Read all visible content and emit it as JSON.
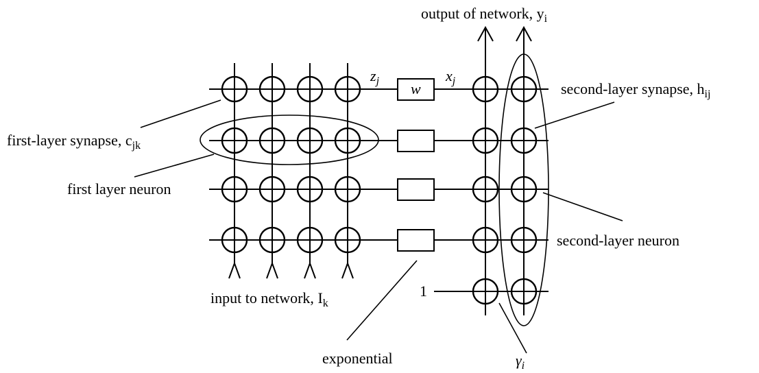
{
  "labels": {
    "output": "output of network, ",
    "output_var": "y",
    "output_sub": "i",
    "z": "z",
    "z_sub": "j",
    "x": "x",
    "x_sub": "j",
    "w": "w",
    "second_synapse": "second-layer synapse, ",
    "second_synapse_var": "h",
    "second_synapse_sub": "ij",
    "first_synapse": "first-layer synapse, ",
    "first_synapse_var": "c",
    "first_synapse_sub": "jk",
    "first_neuron": "first layer neuron",
    "second_neuron": "second-layer neuron",
    "input": "input to network, ",
    "input_var": "I",
    "input_sub": "k",
    "one": "1",
    "exponential": "exponential",
    "gamma": "γ",
    "gamma_sub": "i"
  }
}
